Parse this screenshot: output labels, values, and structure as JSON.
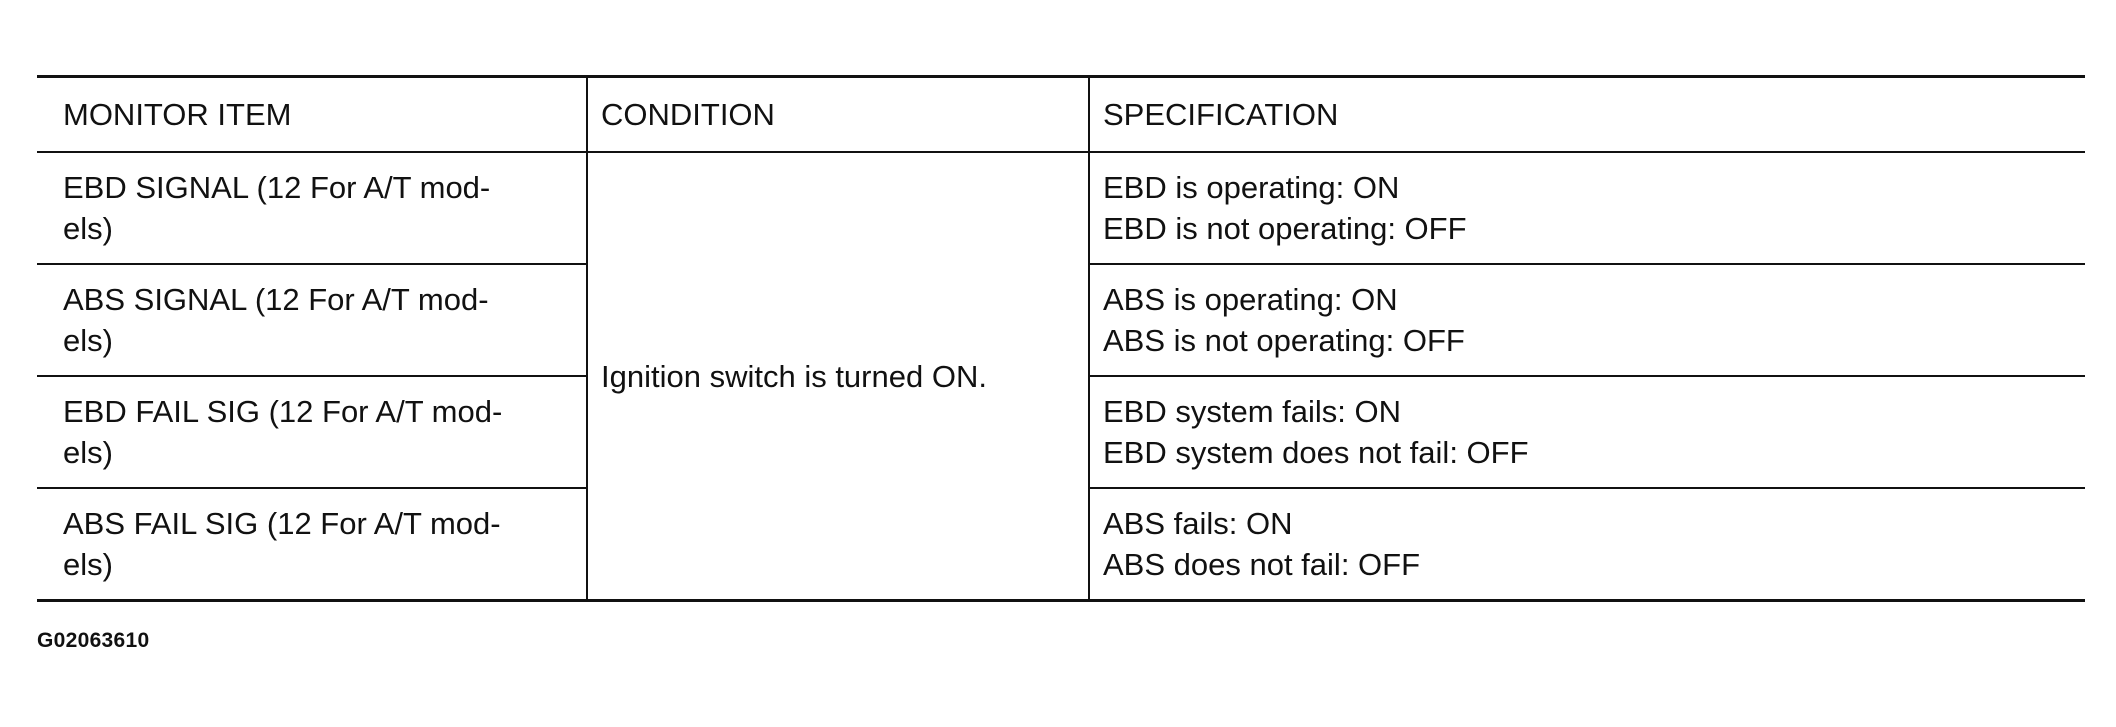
{
  "table": {
    "headers": [
      "MONITOR ITEM",
      "CONDITION",
      "SPECIFICATION"
    ],
    "condition": "Ignition switch is turned ON.",
    "rows": [
      {
        "item_line1": "EBD SIGNAL (12 For A/T mod-",
        "item_line2": "els)",
        "spec_line1": "EBD is operating: ON",
        "spec_line2": "EBD is not operating: OFF"
      },
      {
        "item_line1": "ABS SIGNAL (12 For A/T mod-",
        "item_line2": "els)",
        "spec_line1": "ABS is operating: ON",
        "spec_line2": "ABS is not operating: OFF"
      },
      {
        "item_line1": "EBD FAIL SIG (12 For A/T mod-",
        "item_line2": "els)",
        "spec_line1": "EBD system fails: ON",
        "spec_line2": "EBD system does not fail: OFF"
      },
      {
        "item_line1": "ABS FAIL SIG (12 For A/T mod-",
        "item_line2": "els)",
        "spec_line1": "ABS fails: ON",
        "spec_line2": "ABS does not fail: OFF"
      }
    ]
  },
  "figure_id": "G02063610"
}
